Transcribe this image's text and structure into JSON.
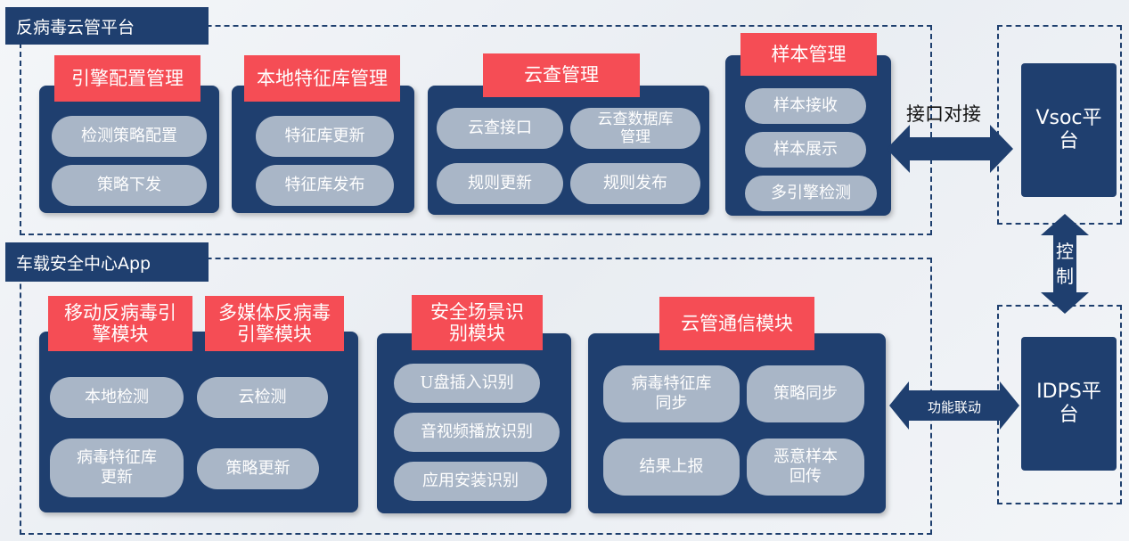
{
  "colors": {
    "navy": "#1f3f6f",
    "red_title": "#f54d55",
    "pill_grey": "#a9b6c7"
  },
  "cloud_platform": {
    "label": "反病毒云管平台",
    "modules": [
      {
        "title": "引擎配置管理",
        "items": [
          "检测策略配置",
          "策略下发"
        ]
      },
      {
        "title": "本地特征库管理",
        "items": [
          "特征库更新",
          "特征库发布"
        ]
      },
      {
        "title": "云查管理",
        "items": [
          "云查接口",
          "云查数据库\n管理",
          "规则更新",
          "规则发布"
        ]
      },
      {
        "title": "样本管理",
        "items": [
          "样本接收",
          "样本展示",
          "多引擎检测"
        ]
      }
    ]
  },
  "app": {
    "label": "车载安全中心App",
    "modules": [
      {
        "title": "移动反病毒引\n擎模块"
      },
      {
        "title": "多媒体反病毒\n引擎模块"
      },
      {
        "title": "安全场景识\n别模块",
        "items": [
          "U盘插入识别",
          "音视频播放识别",
          "应用安装识别"
        ]
      },
      {
        "title": "云管通信模块",
        "items": [
          "病毒特征库\n同步",
          "策略同步",
          "结果上报",
          "恶意样本\n回传"
        ]
      }
    ],
    "engine_items": [
      "本地检测",
      "云检测",
      "病毒特征库\n更新",
      "策略更新"
    ]
  },
  "platforms": {
    "vsoc": "Vsoc平\n台",
    "idps": "IDPS平\n台"
  },
  "connections": {
    "interface": "接口对接",
    "control": "控\n制",
    "linkage": "功能联动"
  }
}
